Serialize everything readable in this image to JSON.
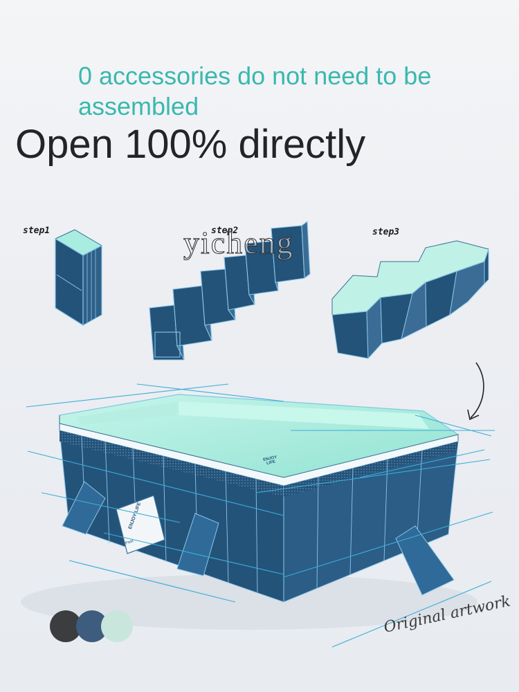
{
  "header": {
    "subtitle": "0 accessories do not need to be assembled",
    "title": "Open 100% directly"
  },
  "steps": [
    {
      "label": "step1"
    },
    {
      "label": "step2"
    },
    {
      "label": "step3"
    }
  ],
  "watermark": "yicheng",
  "pool": {
    "brand_label": "ENJOY LIFE",
    "panel_label": "ENJOY LIFE",
    "panel_footer": "Pool"
  },
  "signature": "Original artwork",
  "color_options": [
    {
      "name": "dark-gray",
      "hex": "#3c3d3f"
    },
    {
      "name": "navy-blue",
      "hex": "#3e5c7d"
    },
    {
      "name": "mint-green",
      "hex": "#c9e6dd"
    }
  ],
  "colors": {
    "accent": "#3ab8ae",
    "pool_wall": "#24537a",
    "pool_water": "#a9ede0",
    "guide_lines": "#3aaed8"
  }
}
